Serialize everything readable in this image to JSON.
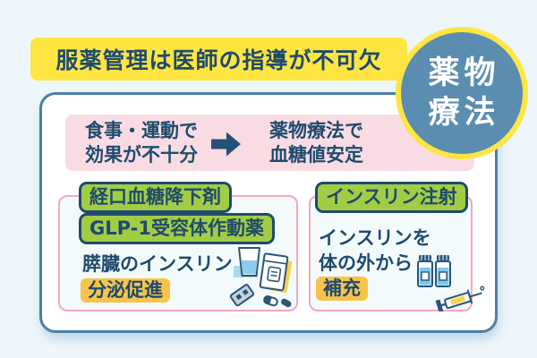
{
  "banner": {
    "text": "服薬管理は医師の指導が不可欠"
  },
  "badge": {
    "line1": "薬物",
    "line2": "療法"
  },
  "flow_box": {
    "from_line1": "食事・運動で",
    "from_line2": "効果が不十分",
    "arrow_icon": "right-arrow-icon",
    "to_line1": "薬物療法で",
    "to_line2": "血糖値安定"
  },
  "columns": {
    "left": {
      "labels": [
        "経口血糖降下剤",
        "GLP-1受容体作動薬"
      ],
      "body": "膵臓のインスリン",
      "highlight": "分泌促進",
      "illustration_icon": "oral-medicine-icon"
    },
    "right": {
      "labels": [
        "インスリン注射"
      ],
      "body_line1": "インスリンを",
      "body_line2": "体の外から",
      "highlight": "補充",
      "illustration_icon": "insulin-vials-syringe-icon"
    }
  },
  "colors": {
    "background": "#EDF6FA",
    "banner_yellow": "#FFE542",
    "navy_text": "#1F4B6E",
    "badge_blue": "#5B8DB1",
    "card_border_blue": "#4D7EA6",
    "flow_pink": "#F9DCE3",
    "column_border_pink": "#F4A8BC",
    "column_fill": "#F2FAFC",
    "tag_green": "#A3CC45",
    "highlight_orange": "#F7C34C"
  }
}
